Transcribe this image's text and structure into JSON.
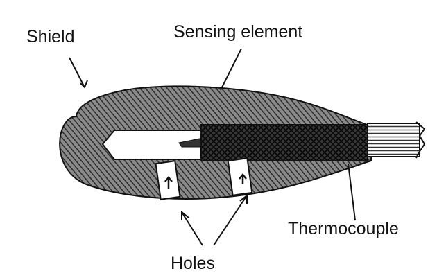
{
  "labels": {
    "shield": "Shield",
    "sensing_element": "Sensing element",
    "thermocouple": "Thermocouple",
    "holes": "Holes"
  },
  "colors": {
    "ink": "#111111",
    "body_fill": "#6e6e6e",
    "cavity_fill": "#ffffff",
    "background": "#ffffff"
  }
}
